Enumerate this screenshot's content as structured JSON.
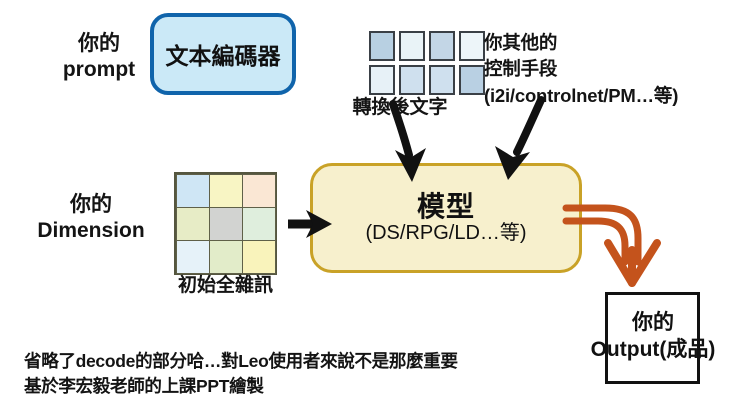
{
  "diagram": {
    "title_text_encoder": "文本編碼器",
    "left_labels": {
      "prompt": "你的\nprompt",
      "dimension": "你的\nDimension"
    },
    "token_grid": {
      "caption": "轉換後文字",
      "rows": 2,
      "cols": 4,
      "colors": [
        "#b8d0e2",
        "#e9f3f7",
        "#c3d6e6",
        "#edf5f9",
        "#e7f1f7",
        "#cfe0ee",
        "#cfe0ee",
        "#b9d0e3"
      ]
    },
    "control_label": "你其他的\n控制手段\n(i2i/controlnet/PM…等)",
    "noise_grid": {
      "caption": "初始全雜訊",
      "rows": 3,
      "cols": 3,
      "colors": [
        "#cfe6f5",
        "#f8f5c4",
        "#fae7d4",
        "#e7ecc6",
        "#d2d3d1",
        "#dfeedd",
        "#e6f2f9",
        "#e2ecc9",
        "#f9f3bb"
      ]
    },
    "model": {
      "title": "模型",
      "subtitle": "(DS/RPG/LD…等)"
    },
    "output": {
      "text": "你的\nOutput(成品)"
    },
    "footnotes": "省略了decode的部分哈…對Leo使用者來說不是那麼重要\n基於李宏毅老師的上課PPT繪製",
    "colors": {
      "encoder_border": "#1064ab",
      "encoder_fill": "#cbe9f7",
      "model_border": "#c9a227",
      "model_fill": "#f7f0cd",
      "output_arrow": "#c4531c",
      "arrow_black": "#111111",
      "background": "#ffffff"
    }
  }
}
